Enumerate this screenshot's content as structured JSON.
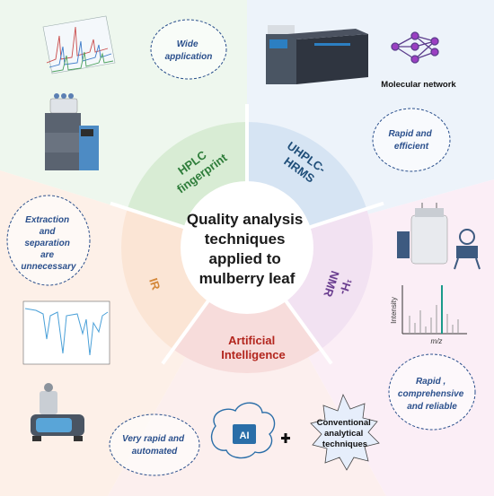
{
  "center": {
    "lines": [
      "Quality analysis",
      "techniques",
      "applied to",
      "mulberry leaf"
    ]
  },
  "segments": {
    "hplc": {
      "lines": [
        "HPLC",
        "fingerprint"
      ],
      "color": "#2e7d3a"
    },
    "uhplc": {
      "lines": [
        "UHPLC-",
        "HRMS"
      ],
      "color": "#1f4e79"
    },
    "nmr": {
      "lines": [
        "¹H-",
        "NMR"
      ],
      "color": "#6a3d8f"
    },
    "ai": {
      "lines": [
        "Artificial",
        "Intelligence"
      ],
      "color": "#b3261e"
    },
    "ir": {
      "lines": [
        "IR"
      ],
      "color": "#d4883a"
    }
  },
  "bubbles": {
    "wide": [
      "Wide",
      "application"
    ],
    "rapid_efficient": [
      "Rapid and",
      "efficient"
    ],
    "extraction": [
      "Extraction",
      "and",
      "separation",
      "are",
      "unnecessary"
    ],
    "rapid_comprehensive": [
      "Rapid ,",
      "comprehensive",
      "and reliable"
    ],
    "very_rapid": [
      "Very rapid and",
      "automated"
    ]
  },
  "labels": {
    "molecular_network": "Molecular network",
    "conventional": [
      "Conventional",
      "analytical",
      "techniques"
    ],
    "ai_chip": "AI",
    "intensity": "Intensity",
    "mz": "m/z"
  },
  "colors": {
    "bg_green": "#eef7ee",
    "bg_blue": "#edf3fa",
    "bg_peach": "#fdf0e8",
    "bg_pink": "#fdf0f6",
    "bg_rose": "#fcefee",
    "ring_green": "#d6ead3",
    "ring_blue": "#d4e3f2",
    "ring_pink": "#f0e0f0",
    "ring_rose": "#f6dada",
    "ring_peach": "#fbe3d2"
  }
}
